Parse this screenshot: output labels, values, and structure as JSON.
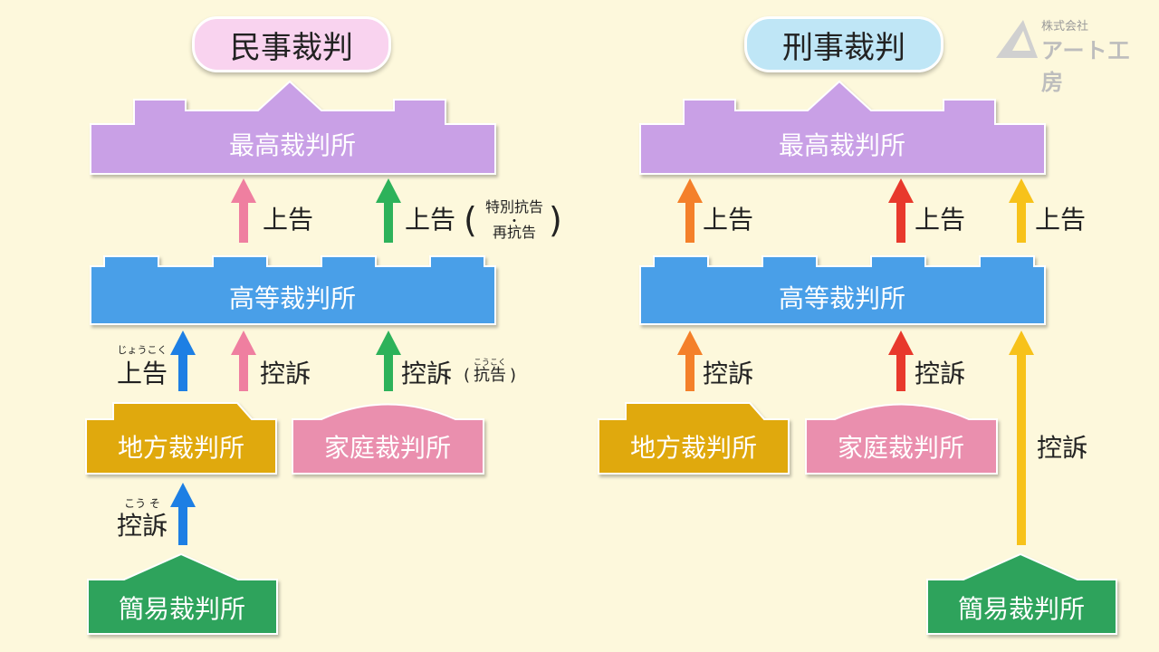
{
  "colors": {
    "supreme": "#c9a0e6",
    "high": "#4a9fe8",
    "district": "#e0a90e",
    "family": "#ea8fae",
    "summary": "#2ea35c",
    "arrow_pink": "#ef7fa0",
    "arrow_green": "#2db25a",
    "arrow_blue": "#1d7fe4",
    "arrow_orange": "#f4802a",
    "arrow_red": "#e8392c",
    "arrow_yellow": "#f7c21a"
  },
  "logo": {
    "company_small": "株式会社",
    "company_name": "アート工房",
    "icon": "triangle-logo-icon"
  },
  "civil": {
    "title": "民事裁判",
    "supreme": "最高裁判所",
    "high": "高等裁判所",
    "district": "地方裁判所",
    "family": "家庭裁判所",
    "summary": "簡易裁判所",
    "appeal_pink": "上告",
    "appeal_green": "上告",
    "appeal_green_note_top": "特別抗告",
    "appeal_green_note_dot": "・",
    "appeal_green_note_bottom": "再抗告",
    "jokoku_ruby": "じょうこく",
    "jokoku": "上告",
    "koso_pink": "控訴",
    "koso_green": "控訴",
    "kokoku_ruby": "こうこく",
    "kokoku": "抗告",
    "koso_ruby": "こう そ",
    "koso_bottom": "控訴"
  },
  "criminal": {
    "title": "刑事裁判",
    "supreme": "最高裁判所",
    "high": "高等裁判所",
    "district": "地方裁判所",
    "family": "家庭裁判所",
    "summary": "簡易裁判所",
    "appeal_orange": "上告",
    "appeal_red": "上告",
    "appeal_yellow": "上告",
    "koso_orange": "控訴",
    "koso_red": "控訴",
    "koso_yellow": "控訴"
  }
}
